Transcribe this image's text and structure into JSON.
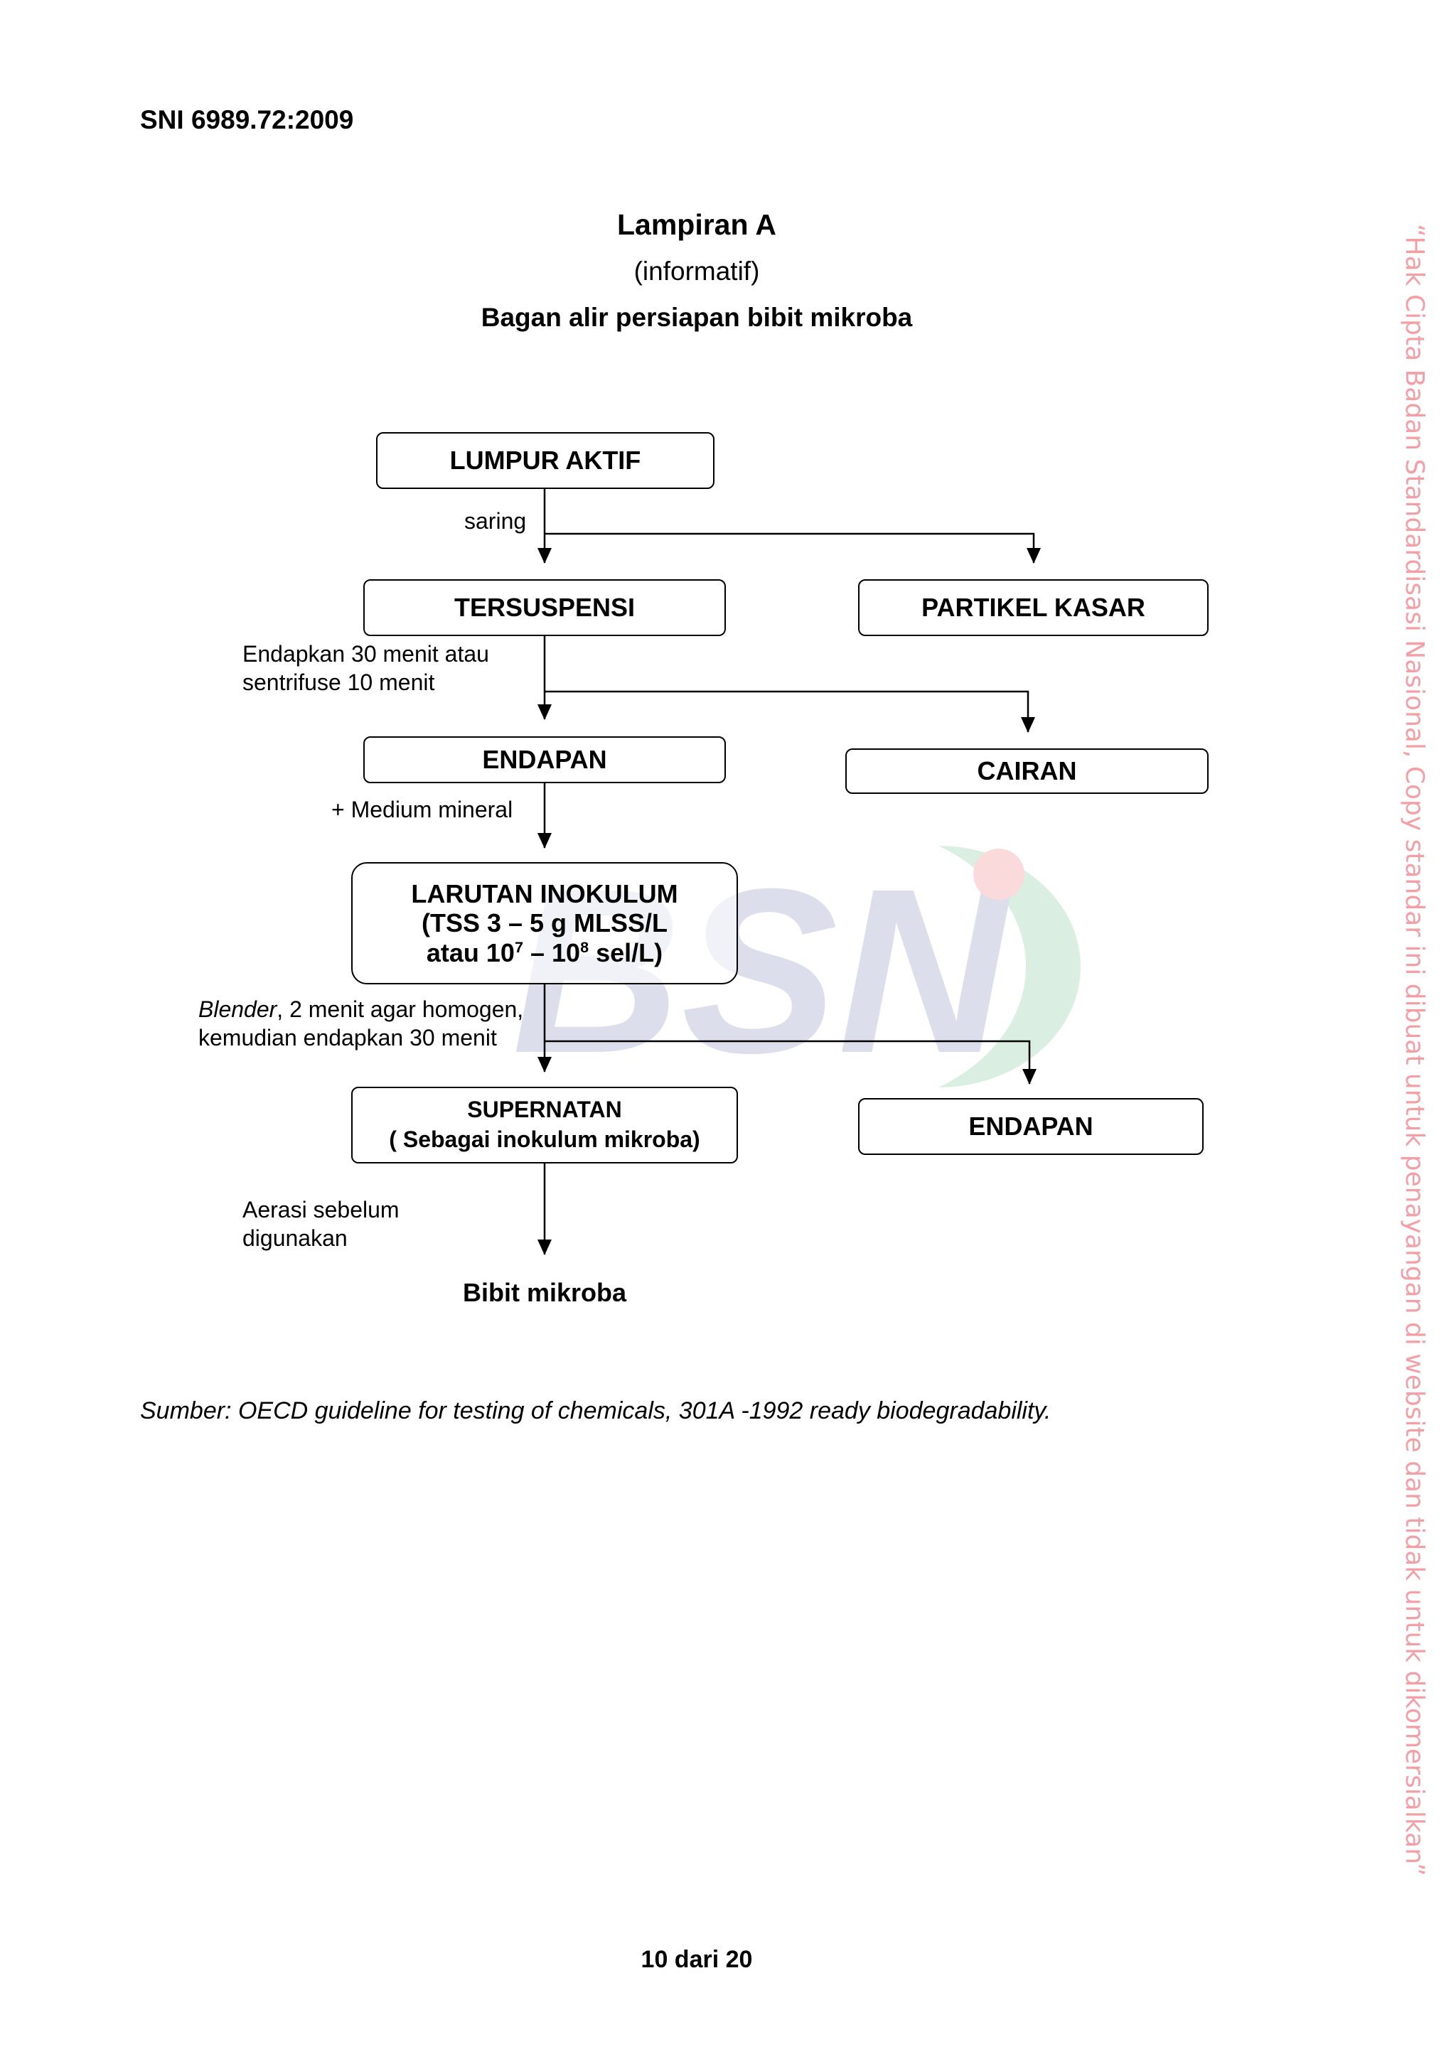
{
  "header": {
    "doc_id": "SNI 6989.72:2009"
  },
  "annex": {
    "title": "Lampiran A",
    "subtitle": "(informatif)",
    "caption": "Bagan alir persiapan bibit mikroba"
  },
  "flowchart": {
    "nodes": {
      "lumpur_aktif": "LUMPUR AKTIF",
      "tersuspensi": "TERSUSPENSI",
      "partikel_kasar": "PARTIKEL KASAR",
      "endapan_1": "ENDAPAN",
      "cairan": "CAIRAN",
      "larutan_line1": "LARUTAN INOKULUM",
      "larutan_line2": "(TSS 3 – 5 g MLSS/L",
      "larutan_line3_a": "atau 10",
      "larutan_exp1": "7",
      "larutan_line3_b": " – 10",
      "larutan_exp2": "8",
      "larutan_line3_c": " sel/L)",
      "supernatan_line1": "SUPERNATAN",
      "supernatan_line2": "( Sebagai inokulum mikroba)",
      "endapan_2": "ENDAPAN",
      "bibit": "Bibit mikroba"
    },
    "labels": {
      "saring": "saring",
      "endapkan_line1": "Endapkan 30 menit atau",
      "endapkan_line2": "sentrifuse 10 menit",
      "medium": "+ Medium mineral",
      "blender_italic": "Blender",
      "blender_rest": ", 2 menit agar homogen,",
      "blender_line2": "kemudian endapkan 30 menit",
      "aerasi_line1": "Aerasi sebelum",
      "aerasi_line2": "digunakan"
    }
  },
  "source_note": "Sumber: OECD guideline for testing of chemicals, 301A -1992  ready biodegradability.",
  "footer": {
    "page": "10 dari 20"
  },
  "watermark": {
    "text": "“Hak Cipta Badan Standardisasi Nasional, Copy standar ini dibuat untuk penayangan di website dan tidak untuk dikomersialkan”",
    "color": "#f2a0a6"
  },
  "logo": {
    "text": "BSN",
    "colors": [
      "#2b3990",
      "#1e9e4a",
      "#e31e24"
    ]
  }
}
